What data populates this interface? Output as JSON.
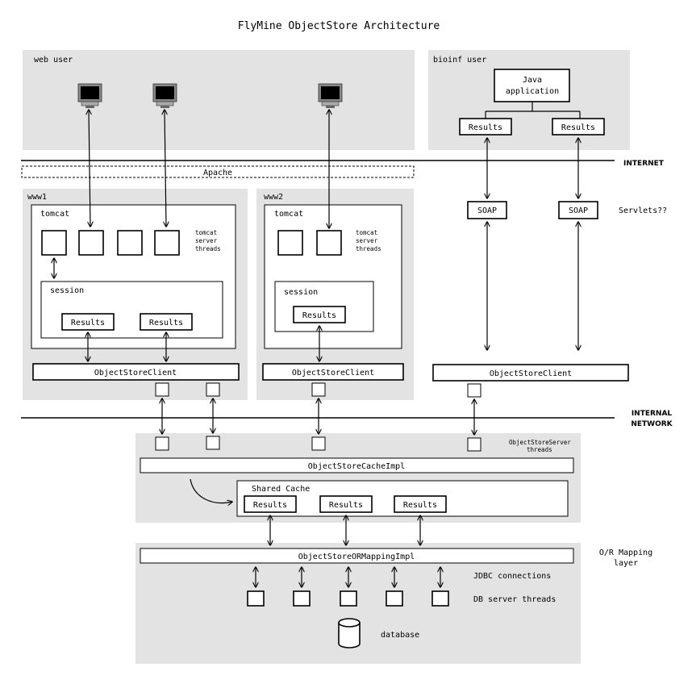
{
  "title": "FlyMine ObjectStore Architecture",
  "zones": {
    "web_user": "web user",
    "bioinf_user": "bioinf user",
    "internet": "INTERNET",
    "internal_network_1": "INTERNAL",
    "internal_network_2": "NETWORK",
    "apache": "Apache",
    "www1": "www1",
    "www2": "www2",
    "or_mapping_1": "O/R Mapping",
    "or_mapping_2": "layer"
  },
  "bioinf": {
    "java_app_1": "Java",
    "java_app_2": "application",
    "results_left": "Results",
    "results_right": "Results",
    "soap_left": "SOAP",
    "soap_right": "SOAP",
    "servlets": "Servlets??",
    "client": "ObjectStoreClient"
  },
  "www1": {
    "tomcat": "tomcat",
    "threads_1": "tomcat",
    "threads_2": "server",
    "threads_3": "threads",
    "session": "session",
    "results_left": "Results",
    "results_right": "Results",
    "client": "ObjectStoreClient"
  },
  "www2": {
    "tomcat": "tomcat",
    "threads_1": "tomcat",
    "threads_2": "server",
    "threads_3": "threads",
    "session": "session",
    "results": "Results",
    "client": "ObjectStoreClient"
  },
  "server": {
    "threads_1": "ObjectStoreServer",
    "threads_2": "threads",
    "cache_impl": "ObjectStoreCacheImpl",
    "shared_cache": "Shared Cache",
    "results_1": "Results",
    "results_2": "Results",
    "results_3": "Results"
  },
  "db": {
    "mapping_impl": "ObjectStoreORMappingImpl",
    "jdbc": "JDBC connections",
    "db_threads": "DB server threads",
    "database": "database"
  },
  "icons": [
    "monitor-icon",
    "database-cylinder-icon",
    "curved-arrow-icon"
  ]
}
